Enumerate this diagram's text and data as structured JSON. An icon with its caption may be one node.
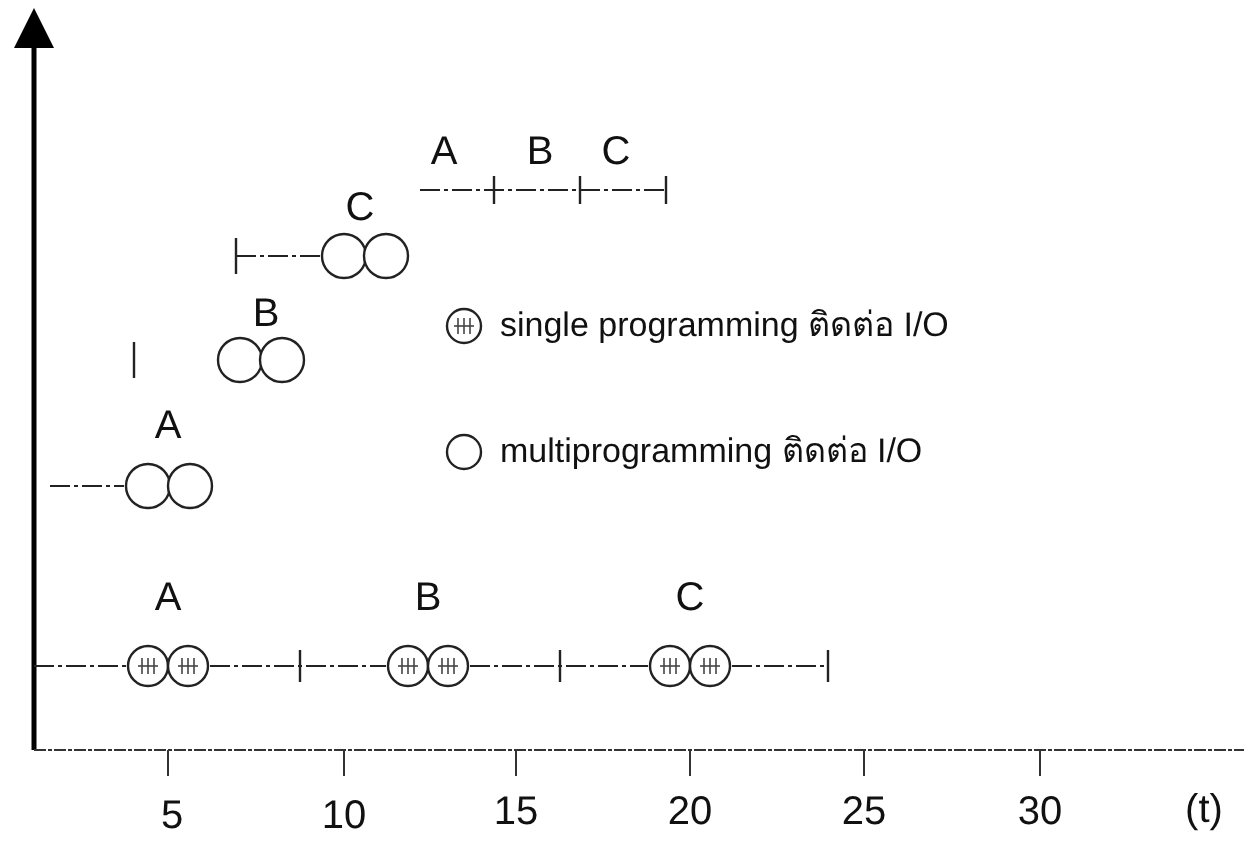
{
  "diagram": {
    "labels": [
      "A",
      "B",
      "C",
      "C",
      "B",
      "A",
      "A",
      "B",
      "C",
      "5",
      "10",
      "15",
      "20",
      "25",
      "30",
      "(t)"
    ],
    "legend": [
      {
        "text": "single programming ติดต่อ I/O"
      },
      {
        "text": "multiprogramming ติดต่อ I/O"
      }
    ]
  }
}
